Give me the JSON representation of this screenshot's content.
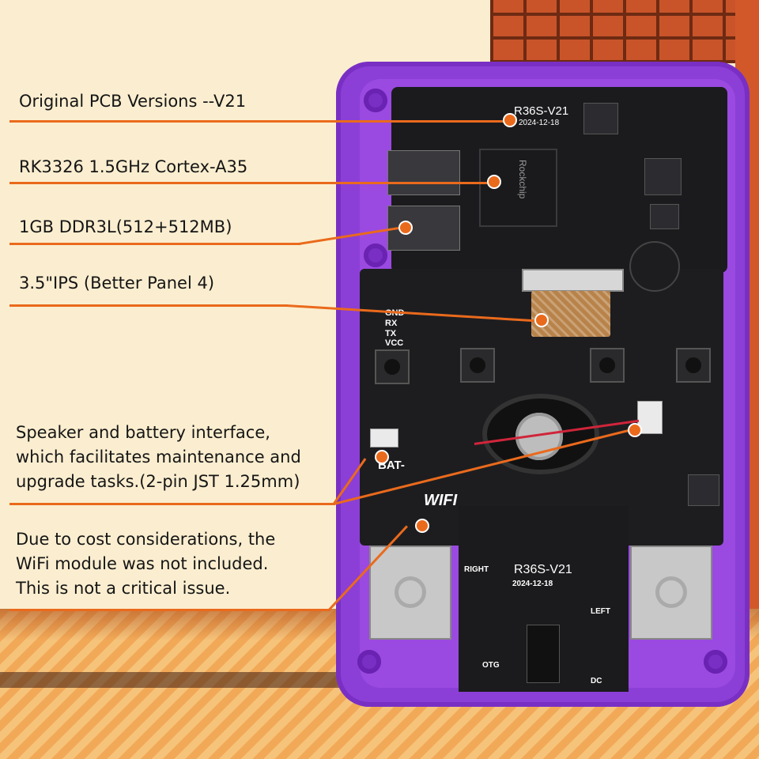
{
  "callouts": {
    "pcb_version": "Original PCB Versions --V21",
    "cpu": "RK3326 1.5GHz Cortex-A35",
    "ram": "1GB DDR3L(512+512MB)",
    "display": "3.5\"IPS (Better Panel 4)",
    "speaker": [
      "Speaker and battery interface,",
      "which facilitates maintenance and",
      "upgrade tasks.(2-pin JST 1.25mm)"
    ],
    "wifi": [
      "Due to cost considerations, the",
      "WiFi module was not included.",
      "This is not a critical issue."
    ]
  },
  "board": {
    "model_top": "R36S-V21",
    "date_top": "2024-12-18",
    "model_bottom": "R36S-V21",
    "date_bottom": "2024-12-18",
    "pin_gnd": "GND",
    "pin_rx": "RX",
    "pin_tx": "TX",
    "pin_vcc": "VCC",
    "bat": "BAT-",
    "wifi": "WIFI",
    "right": "RIGHT",
    "left": "LEFT",
    "otg": "OTG",
    "dc": "DC",
    "soc_brand": "Rockchip"
  },
  "colors": {
    "accent_line": "#ea6a1c",
    "case": "#8b3fd6",
    "pcb": "#1b1b1d",
    "background": "#fbeed0"
  }
}
